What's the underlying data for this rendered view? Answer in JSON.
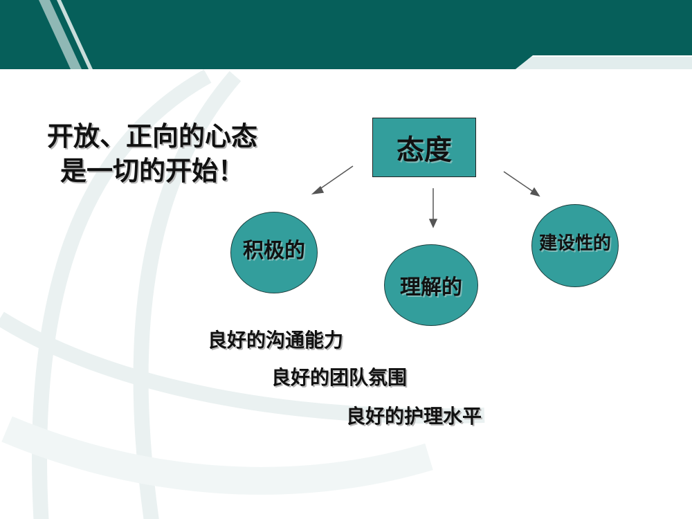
{
  "slide": {
    "colors": {
      "header": "#065f5a",
      "accent_light": "#e2eded",
      "node_fill": "#339e9c"
    },
    "slogan": {
      "line1": "开放、正向的心态",
      "line2": "是一切的开始！"
    },
    "diagram": {
      "root": "态度",
      "children": [
        "积极的",
        "理解的",
        "建设性的"
      ]
    },
    "points": [
      "良好的沟通能力",
      "良好的团队氛围",
      "良好的护理水平"
    ]
  }
}
